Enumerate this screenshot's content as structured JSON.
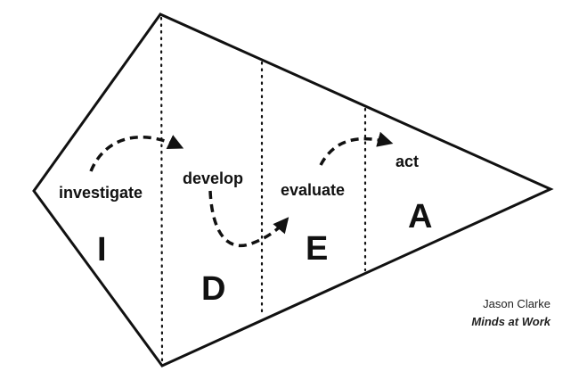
{
  "stages": [
    {
      "word": "investigate",
      "letter": "I"
    },
    {
      "word": "develop",
      "letter": "D"
    },
    {
      "word": "evaluate",
      "letter": "E"
    },
    {
      "word": "act",
      "letter": "A"
    }
  ],
  "credit": {
    "author": "Jason Clarke",
    "organization": "Minds at Work"
  },
  "colors": {
    "stroke": "#111111",
    "background": "#ffffff"
  }
}
